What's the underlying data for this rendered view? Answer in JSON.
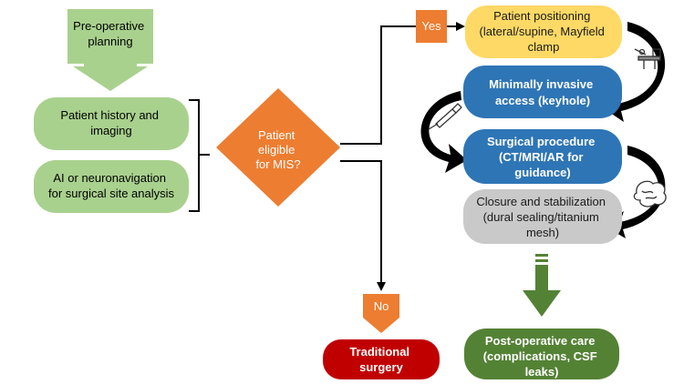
{
  "nodes": {
    "preop": {
      "lines": [
        "Pre-operative",
        "planning"
      ]
    },
    "history": {
      "lines": [
        "Patient history and",
        "imaging"
      ]
    },
    "ai": {
      "lines": [
        "AI or neuronavigation",
        "for surgical site analysis"
      ]
    },
    "decision": {
      "lines": [
        "Patient",
        "eligible",
        "for MIS?"
      ]
    },
    "yes": {
      "label": "Yes"
    },
    "no": {
      "label": "No"
    },
    "positioning": {
      "lines": [
        "Patient positioning",
        "(lateral/supine, Mayfield",
        "clamp"
      ]
    },
    "access": {
      "lines": [
        "Minimally invasive",
        "access (keyhole)"
      ]
    },
    "procedure": {
      "lines": [
        "Surgical procedure",
        "(CT/MRI/AR for",
        "guidance)"
      ]
    },
    "closure": {
      "lines": [
        "Closure and stabilization",
        "(dural sealing/titanium",
        "mesh)"
      ]
    },
    "postop": {
      "lines": [
        "Post-operative care",
        "(complications, CSF",
        "leaks)"
      ]
    },
    "traditional": {
      "lines": [
        "Traditional",
        "surgery"
      ]
    }
  },
  "colors": {
    "light_green": "#a9d18e",
    "green_text": "#1a1a1a",
    "orange": "#ed7d31",
    "yellow": "#ffd966",
    "blue": "#2e75b6",
    "gray": "#c9c9c9",
    "dark_green": "#548235",
    "red": "#c00000",
    "black": "#000000"
  },
  "icons": [
    "operating-table-icon",
    "scalpel-icon",
    "brain-icon"
  ]
}
